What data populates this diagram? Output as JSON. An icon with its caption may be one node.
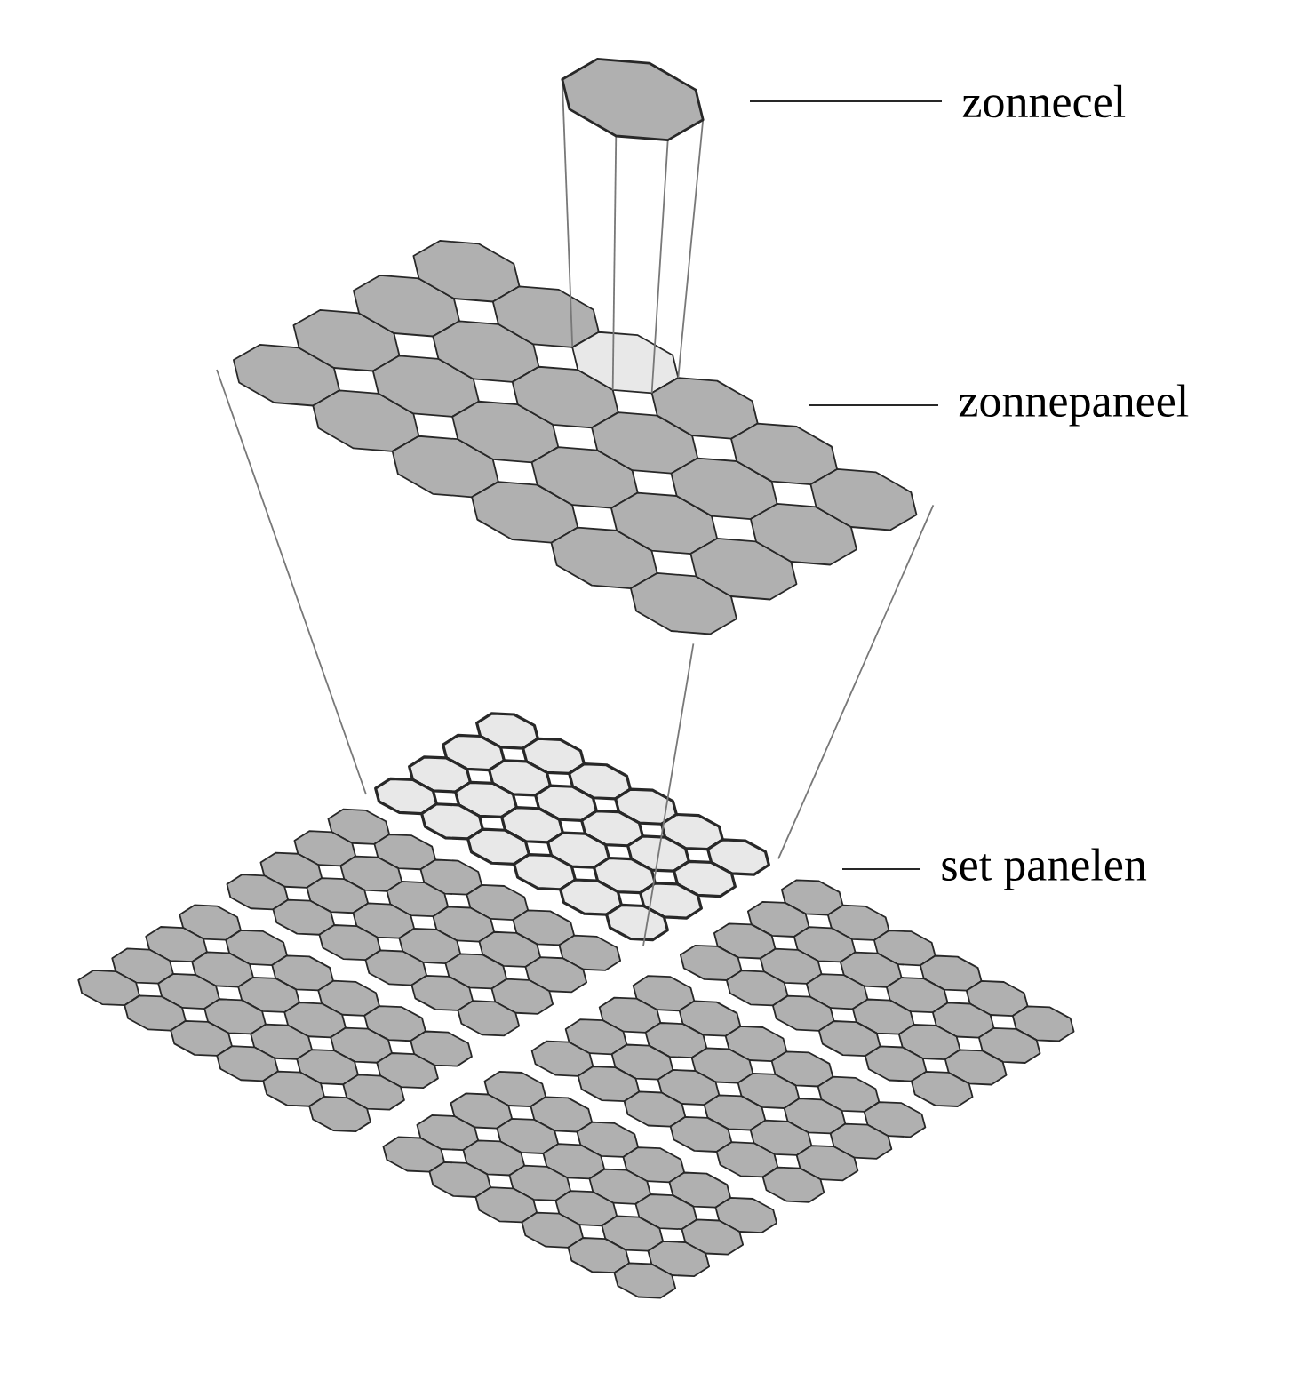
{
  "diagram": {
    "nodes": [
      {
        "text": [],
        "shape": "picture"
      },
      {
        "text": [],
        "shape": "picture"
      },
      {
        "text": [],
        "shape": "picture"
      },
      {
        "text": [
          "zonnecel"
        ]
      },
      {
        "text": [
          "zonnepaneel"
        ]
      },
      {
        "text": [
          "set panelen"
        ]
      }
    ],
    "edges": [
      {
        "from": 3,
        "to": 0,
        "arrow": "none"
      },
      {
        "from": 4,
        "to": 1,
        "arrow": "none"
      },
      {
        "from": 5,
        "to": 2,
        "arrow": "none"
      }
    ]
  }
}
